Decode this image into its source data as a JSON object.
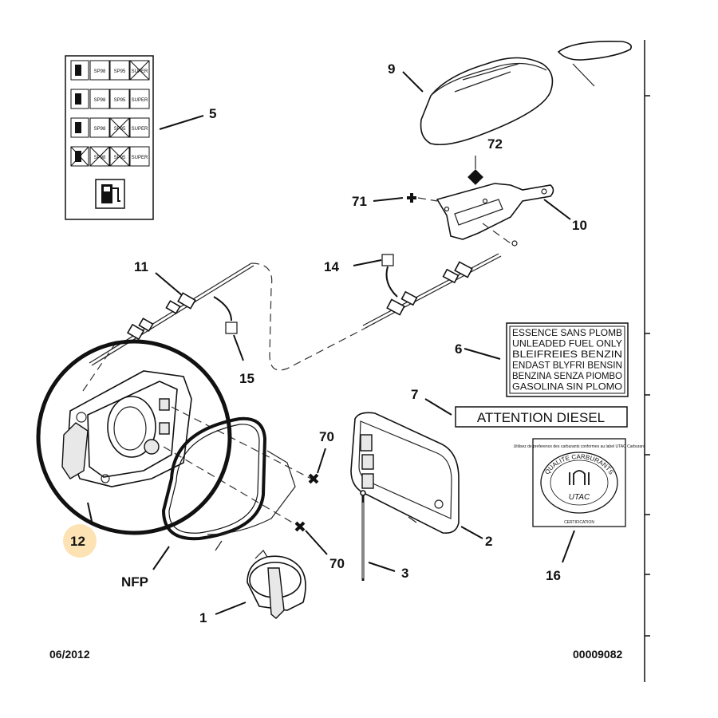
{
  "callouts": {
    "n1": "1",
    "n2": "2",
    "n3": "3",
    "n5": "5",
    "n6": "6",
    "n7": "7",
    "n9": "9",
    "n10": "10",
    "n11": "11",
    "n12": "12",
    "n14": "14",
    "n15": "15",
    "n16": "16",
    "n70a": "70",
    "n70b": "70",
    "n71": "71",
    "n72": "72",
    "nfp": "NFP"
  },
  "fuel_label": {
    "rows": [
      [
        "SP98",
        "SP95",
        "SUPER"
      ],
      [
        "SP98",
        "SP95",
        "SUPER"
      ],
      [
        "SP98",
        "SP95",
        "SUPER"
      ],
      [
        "SP98",
        "SP95",
        "SUPER"
      ]
    ]
  },
  "unleaded_label": {
    "lines": [
      "ESSENCE SANS PLOMB",
      "UNLEADED FUEL ONLY",
      "BLEIFREIES BENZIN",
      "ENDAST BLYFRI BENSIN",
      "BENZINA SENZA PIOMBO",
      "GASOLINA SIN PLOMO"
    ]
  },
  "diesel_label": "ATTENTION DIESEL",
  "utac_label": {
    "top_text": "Utilisez de preference des carburants conformes au label UTAC Carburant",
    "ring_text": "QUALITE CARBURANTS",
    "center_text": "UTAC",
    "bottom_text": "CERTIFICATION"
  },
  "footer": {
    "date": "06/2012",
    "ref": "00009082"
  },
  "colors": {
    "highlight": "#fde2b3",
    "line": "#111111",
    "circle": "#111111"
  }
}
